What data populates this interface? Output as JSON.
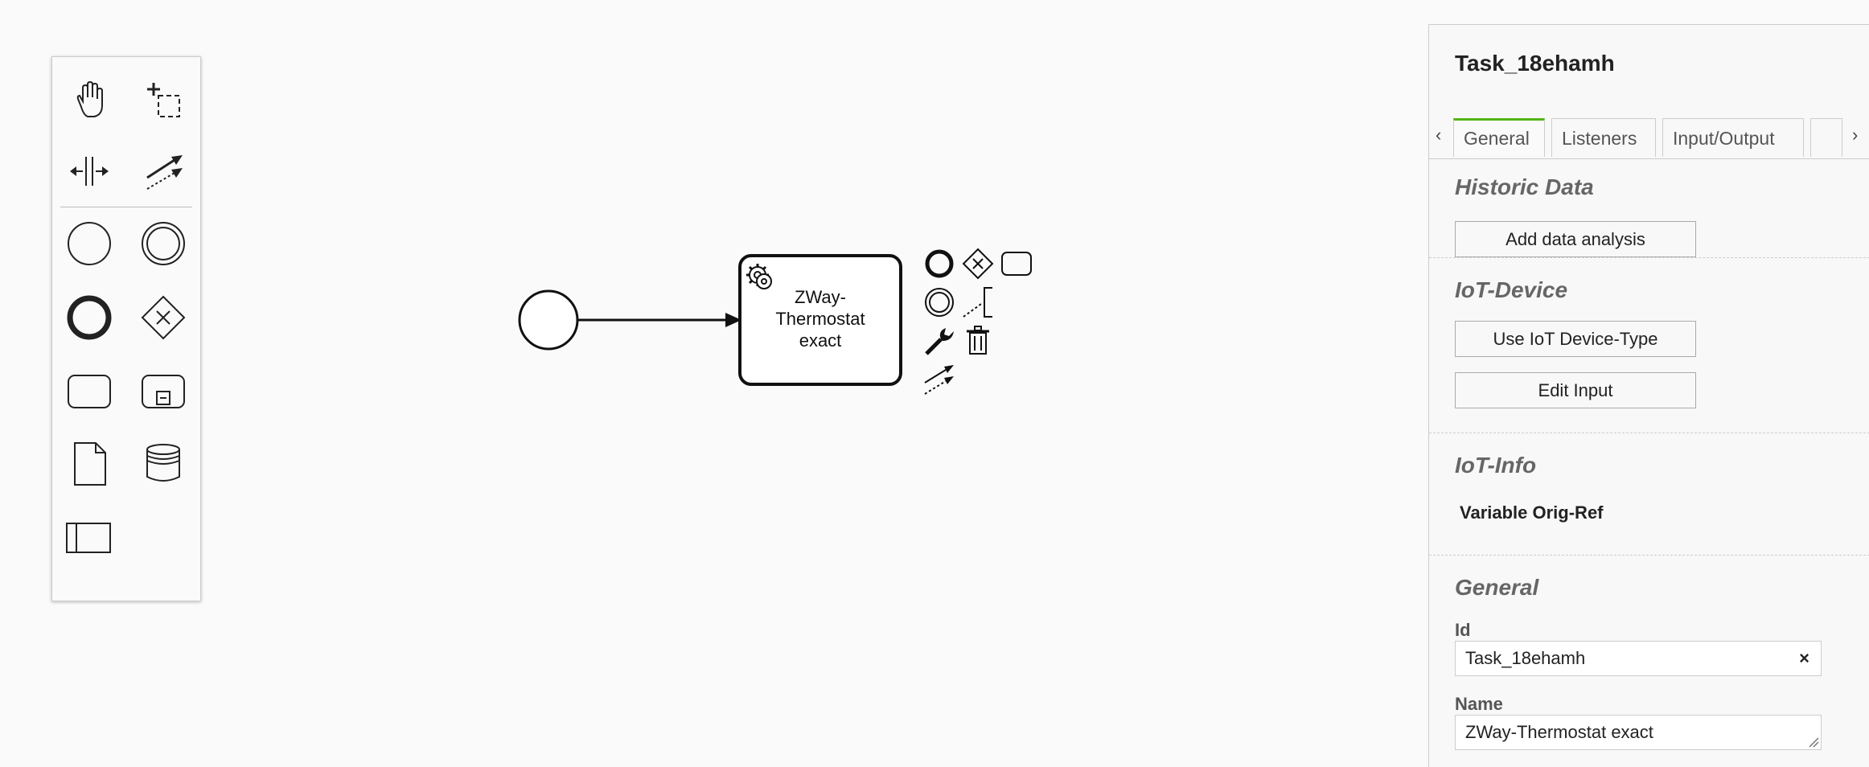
{
  "palette": {
    "tools": [
      {
        "name": "hand-tool",
        "icon": "hand-icon"
      },
      {
        "name": "lasso-tool",
        "icon": "lasso-icon"
      },
      {
        "name": "space-tool",
        "icon": "space-icon"
      },
      {
        "name": "global-connect-tool",
        "icon": "connect-icon"
      },
      {
        "name": "create-start-event",
        "icon": "start-event-icon"
      },
      {
        "name": "create-intermediate-event",
        "icon": "intermediate-event-icon"
      },
      {
        "name": "create-end-event",
        "icon": "end-event-icon"
      },
      {
        "name": "create-exclusive-gateway",
        "icon": "exclusive-gateway-icon"
      },
      {
        "name": "create-task",
        "icon": "task-icon"
      },
      {
        "name": "create-subprocess",
        "icon": "subprocess-icon"
      },
      {
        "name": "create-data-object",
        "icon": "data-object-icon"
      },
      {
        "name": "create-data-store",
        "icon": "data-store-icon"
      },
      {
        "name": "create-pool",
        "icon": "pool-icon"
      }
    ]
  },
  "diagram": {
    "task_label": "ZWay-\nThermostat\nexact"
  },
  "panel": {
    "title": "Task_18ehamh",
    "tabs": [
      "General",
      "Listeners",
      "Input/Output"
    ],
    "tab_prev": "‹",
    "tab_next": "›",
    "historic": {
      "title": "Historic Data",
      "button": "Add data analysis"
    },
    "iot_device": {
      "title": "IoT-Device",
      "button1": "Use IoT Device-Type",
      "button2": "Edit Input"
    },
    "iot_info": {
      "title": "IoT-Info",
      "label": "Variable Orig-Ref"
    },
    "general": {
      "title": "General",
      "id_label": "Id",
      "id_value": "Task_18ehamh",
      "clear": "×",
      "name_label": "Name",
      "name_value": "ZWay-Thermostat exact"
    }
  },
  "colors": {
    "active_tab_accent": "#52b415"
  }
}
